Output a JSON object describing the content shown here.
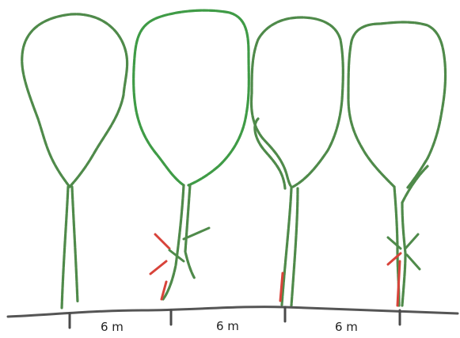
{
  "spacing_labels": [
    "6 m",
    "6 m",
    "6 m"
  ],
  "trees": [
    {
      "name": "tree-1",
      "thinned": false
    },
    {
      "name": "tree-2",
      "thinned": true
    },
    {
      "name": "tree-3",
      "thinned": false
    },
    {
      "name": "tree-4",
      "thinned": true
    }
  ],
  "colors": {
    "crown": "#4f8a4a",
    "ground": "#555555",
    "cut_mark_red": "#d8433a",
    "cut_mark_green": "#4f8a4a"
  }
}
